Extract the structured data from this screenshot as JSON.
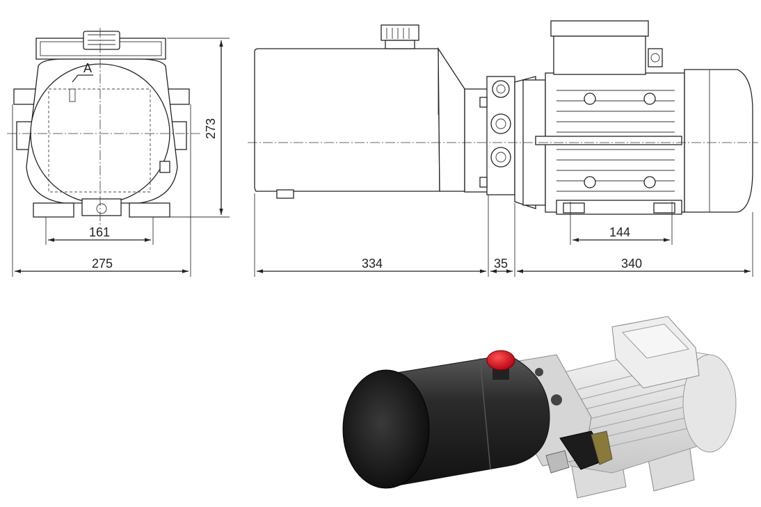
{
  "labels": {
    "section": "A"
  },
  "dimensions": {
    "front_height": "273",
    "front_inner_width": "161",
    "front_total_width": "275",
    "tank_length": "334",
    "adapter_length": "35",
    "motor_length": "340",
    "motor_foot_width": "144"
  },
  "colors": {
    "line": "#222222",
    "tank_body": "#2a2a2a",
    "filler_cap": "#e0101e",
    "motor_body": "#e8e8e8"
  }
}
